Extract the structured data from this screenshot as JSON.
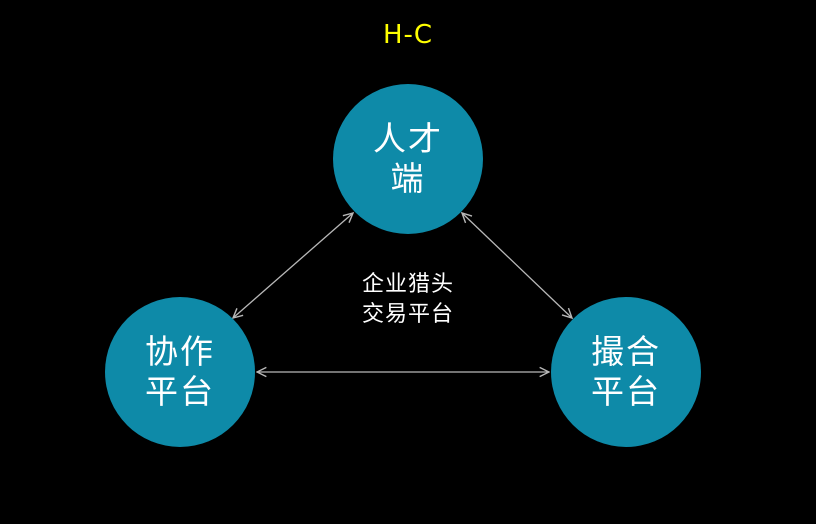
{
  "header": {
    "title": "H-C",
    "title_color": "#ffff00"
  },
  "colors": {
    "node_fill": "#0e8aa8",
    "connector": "#b8b8b8",
    "background": "#000000"
  },
  "nodes": {
    "talent": {
      "line1": "人才",
      "line2": "端"
    },
    "collab": {
      "line1": "协作",
      "line2": "平台"
    },
    "match": {
      "line1": "撮合",
      "line2": "平台"
    }
  },
  "center": {
    "line1": "企业猎头",
    "line2": "交易平台"
  }
}
